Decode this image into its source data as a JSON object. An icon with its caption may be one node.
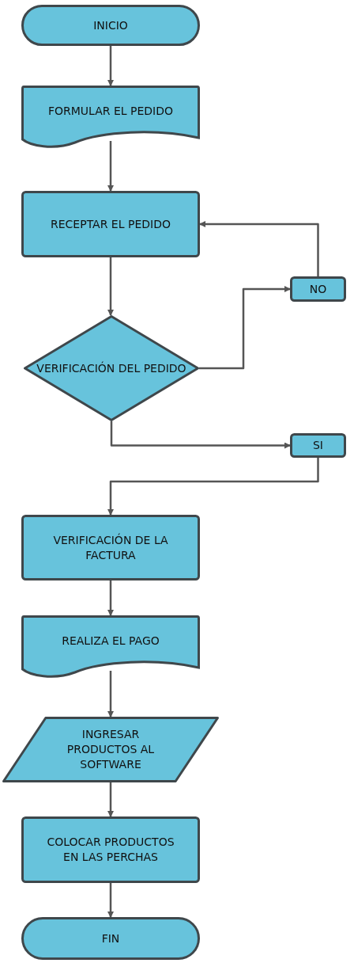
{
  "diagram": {
    "nodes": [
      {
        "text": [
          "INICIO"
        ]
      },
      {
        "text": [
          "FORMULAR EL PEDIDO"
        ]
      },
      {
        "text": [
          "RECEPTAR EL PEDIDO"
        ]
      },
      {
        "text": [
          "VERIFICACIÓN DEL PEDIDO"
        ]
      },
      {
        "text": [
          "NO"
        ]
      },
      {
        "text": [
          "SI"
        ]
      },
      {
        "text": [
          "VERIFICACIÓN DE LA FACTURA"
        ]
      },
      {
        "text": [
          "REALIZA EL PAGO"
        ]
      },
      {
        "text": [
          "INGRESAR PRODUCTOS AL SOFTWARE"
        ]
      },
      {
        "text": [
          "COLOCAR PRODUCTOS EN LAS PERCHAS"
        ]
      },
      {
        "text": [
          "FIN"
        ]
      }
    ],
    "edges": [
      {
        "from": 0,
        "to": 1,
        "arrow": "to"
      },
      {
        "from": 1,
        "to": 2,
        "arrow": "to"
      },
      {
        "from": 2,
        "to": 3,
        "arrow": "to"
      },
      {
        "from": 3,
        "to": 4,
        "arrow": "to"
      },
      {
        "from": 4,
        "to": 2,
        "arrow": "to"
      },
      {
        "from": 3,
        "to": 5,
        "arrow": "to"
      },
      {
        "from": 5,
        "to": 6,
        "arrow": "to"
      },
      {
        "from": 6,
        "to": 7,
        "arrow": "to"
      },
      {
        "from": 7,
        "to": 8,
        "arrow": "to"
      },
      {
        "from": 8,
        "to": 9,
        "arrow": "to"
      },
      {
        "from": 9,
        "to": 10,
        "arrow": "to"
      }
    ]
  }
}
